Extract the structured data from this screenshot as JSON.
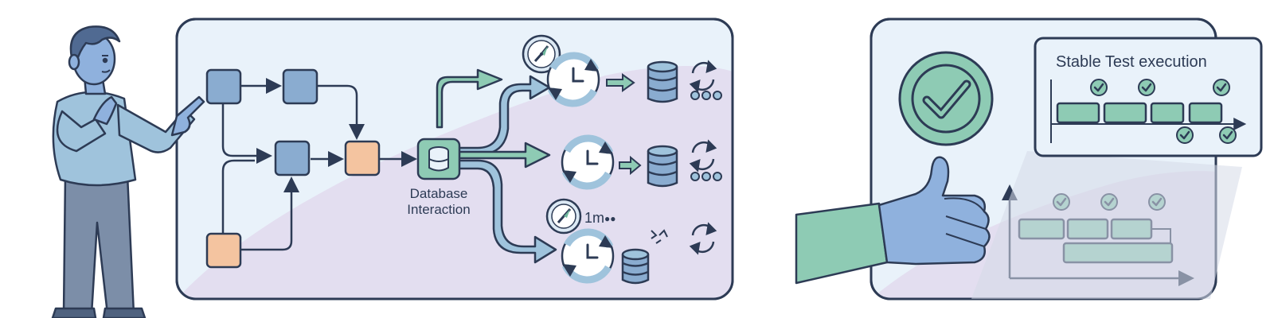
{
  "left_panel": {
    "db_label_line1": "Database",
    "db_label_line2": "Interaction",
    "timeout_label": "1m",
    "timeout_dots": "●●"
  },
  "right_panel": {
    "callout_title": "Stable Test execution"
  },
  "colors": {
    "outline": "#2d3b55",
    "panel_bg": "#e9f2fa",
    "panel_wave": "#e2def0",
    "blue_box": "#8aacd0",
    "orange_box": "#f4c4a0",
    "teal": "#8ecbb4",
    "teal_dark": "#6fb79c",
    "arrow_fill": "#9fc3dc",
    "skin": "#8fb1dd"
  }
}
